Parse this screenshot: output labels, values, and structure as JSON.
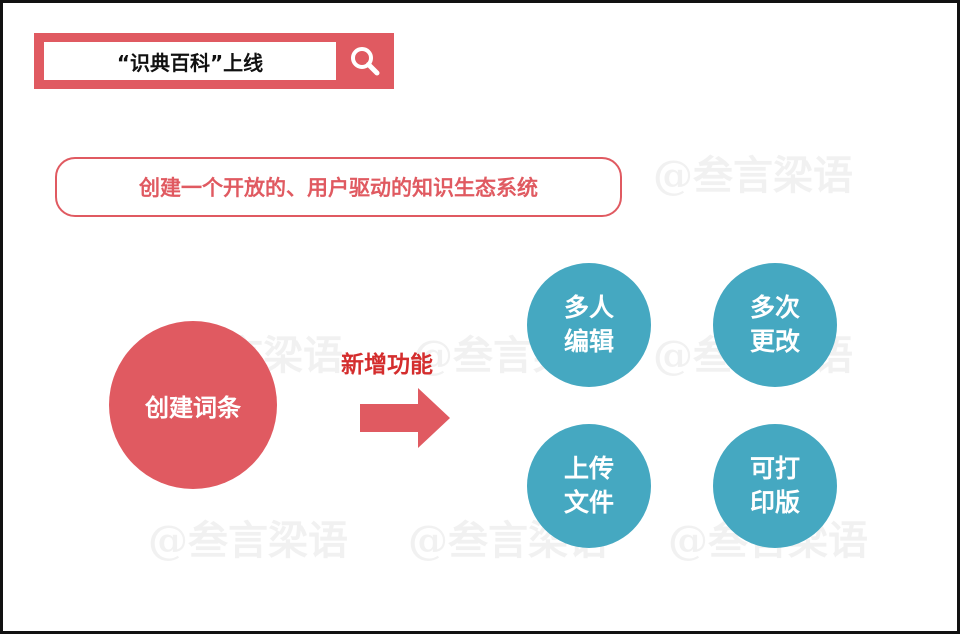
{
  "search": {
    "text": "“识典百科”上线",
    "icon": "search-icon"
  },
  "tagline": "创建一个开放的、用户驱动的知识生态系统",
  "main_node": "创建词条",
  "arrow_label": "新增功能",
  "features": [
    {
      "line1": "多人",
      "line2": "编辑"
    },
    {
      "line1": "多次",
      "line2": "更改"
    },
    {
      "line1": "上传",
      "line2": "文件"
    },
    {
      "line1": "可打",
      "line2": "印版"
    }
  ],
  "watermark": "@叁言梁语",
  "colors": {
    "accent_red": "#e05a61",
    "label_red": "#d42d2d",
    "feature_blue": "#45a8c1",
    "frame": "#111111"
  }
}
